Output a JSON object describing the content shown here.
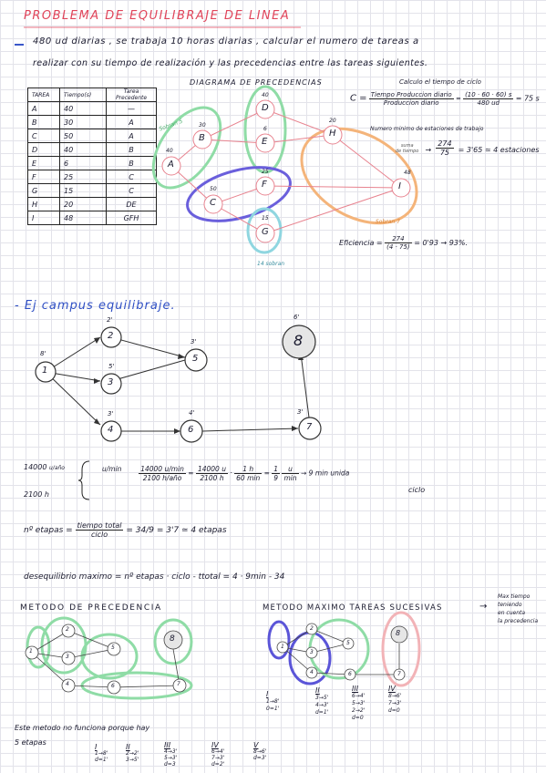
{
  "title": "PROBLEMA DE EQUILIBRAJE DE LINEA",
  "statement": {
    "line1": "480 ud diarias , se trabaja 10 horas diarias , calcular el numero de tareas a",
    "line2": "realizar con su tiempo de realización y las precedencias entre las tareas siguientes."
  },
  "table": {
    "headers": [
      "TAREA",
      "Tiempo(s)",
      "Tarea Precedente"
    ],
    "rows": [
      [
        "A",
        "40",
        "—"
      ],
      [
        "B",
        "30",
        "A"
      ],
      [
        "C",
        "50",
        "A"
      ],
      [
        "D",
        "40",
        "B"
      ],
      [
        "E",
        "6",
        "B"
      ],
      [
        "F",
        "25",
        "C"
      ],
      [
        "G",
        "15",
        "C"
      ],
      [
        "H",
        "20",
        "DE"
      ],
      [
        "I",
        "48",
        "GFH"
      ]
    ]
  },
  "diagram1": {
    "title": "DIAGRAMA DE PRECEDENCIAS",
    "sobran5": "Sobran 5",
    "sobran7": "Sobran 7",
    "sobran14": "14 sobran",
    "nodes": [
      {
        "id": "A",
        "time": "40"
      },
      {
        "id": "B",
        "time": "30"
      },
      {
        "id": "C",
        "time": "50"
      },
      {
        "id": "D",
        "time": "40"
      },
      {
        "id": "E",
        "time": "6"
      },
      {
        "id": "F",
        "time": "25"
      },
      {
        "id": "G",
        "time": "15"
      },
      {
        "id": "H",
        "time": "20"
      },
      {
        "id": "I",
        "time": "48"
      }
    ]
  },
  "cycle": {
    "heading": "Calculo el tiempo de ciclo",
    "lhs": "C =",
    "num": "Tiempo Produccion diario",
    "den": "Produccion diario",
    "eq": "=",
    "num2": "(10 · 60 · 60) s",
    "den2": "480 ud",
    "result": "= 75 s"
  },
  "stations": {
    "heading": "Numero minimo de estaciones de trabajo",
    "suma1": "suma",
    "suma2": "de tiempo",
    "arrow": "→",
    "num": "274",
    "den": "75",
    "result": "= 3'65 ≃ 4 estaciones"
  },
  "efficiency": {
    "label": "Eficiencia =",
    "num": "274",
    "den": "(4 · 75)",
    "result": "= 0'93 → 93%."
  },
  "example2": {
    "title": "- Ej campus equilibraje.",
    "nodes": [
      {
        "id": "1",
        "time": "8'"
      },
      {
        "id": "2",
        "time": "2'"
      },
      {
        "id": "3",
        "time": "5'"
      },
      {
        "id": "4",
        "time": "3'"
      },
      {
        "id": "5",
        "time": "3'"
      },
      {
        "id": "6",
        "time": "4'"
      },
      {
        "id": "7",
        "time": "3'"
      },
      {
        "id": "8",
        "time": "6'"
      }
    ]
  },
  "calc": {
    "left1": "14000",
    "left1u": "u/año",
    "left2": "2100 h",
    "unit": "u/min",
    "f1n": "14000 u/min",
    "f1d": "2100 h/año",
    "eq": "=",
    "f2n": "14000 u",
    "f2d": "2100 h",
    "dot": "·",
    "f3n": "1 h",
    "f3d": "60 min",
    "f4n": "1",
    "f4d": "9",
    "f5n": "u",
    "f5d": "min",
    "result1": "→ 9 min unida",
    "result2": "ciclo"
  },
  "etapas": {
    "label": "nº etapas =",
    "num": "tiempo total",
    "den": "ciclo",
    "result": "= 34/9 = 3'7 ≃ 4 etapas"
  },
  "desequilibrio": {
    "text": "desequilibrio maximo = nº etapas · ciclo - ttotal = 4 · 9min - 34"
  },
  "method1": {
    "title": "METODO DE PRECEDENCIA",
    "note1": "Este metodo no funciona porque hay",
    "note2": "5 etapas",
    "cols": [
      {
        "h": "I",
        "l1": "1→8'",
        "l2": "d=1'"
      },
      {
        "h": "II",
        "l1": "2→2'",
        "l2": "3→5'"
      },
      {
        "h": "III",
        "l1": "4→3'",
        "l2": "5→3'",
        "l3": "d=3"
      },
      {
        "h": "IV",
        "l1": "6→4'",
        "l2": "7→3'",
        "l3": "d=2'"
      },
      {
        "h": "V",
        "l1": "8→6'",
        "l2": "d=3'"
      }
    ]
  },
  "method2": {
    "title": "METODO MAXIMO TAREAS SUCESIVAS",
    "arrow": "→",
    "note": [
      "Max tiempo",
      "teniendo",
      "en cuenta",
      "la precedencia"
    ],
    "cols": [
      {
        "h": "I",
        "l1": "1→8'",
        "l2": "0=1'"
      },
      {
        "h": "II",
        "l1": "3→5'",
        "l2": "4→3'",
        "l3": "d=1'"
      },
      {
        "h": "III",
        "l1": "6→4'",
        "l2": "5→3'",
        "l3": "2→2'",
        "l4": "d=0"
      },
      {
        "h": "IV",
        "l1": "8→6'",
        "l2": "7→3'",
        "l3": "d=0"
      }
    ]
  }
}
